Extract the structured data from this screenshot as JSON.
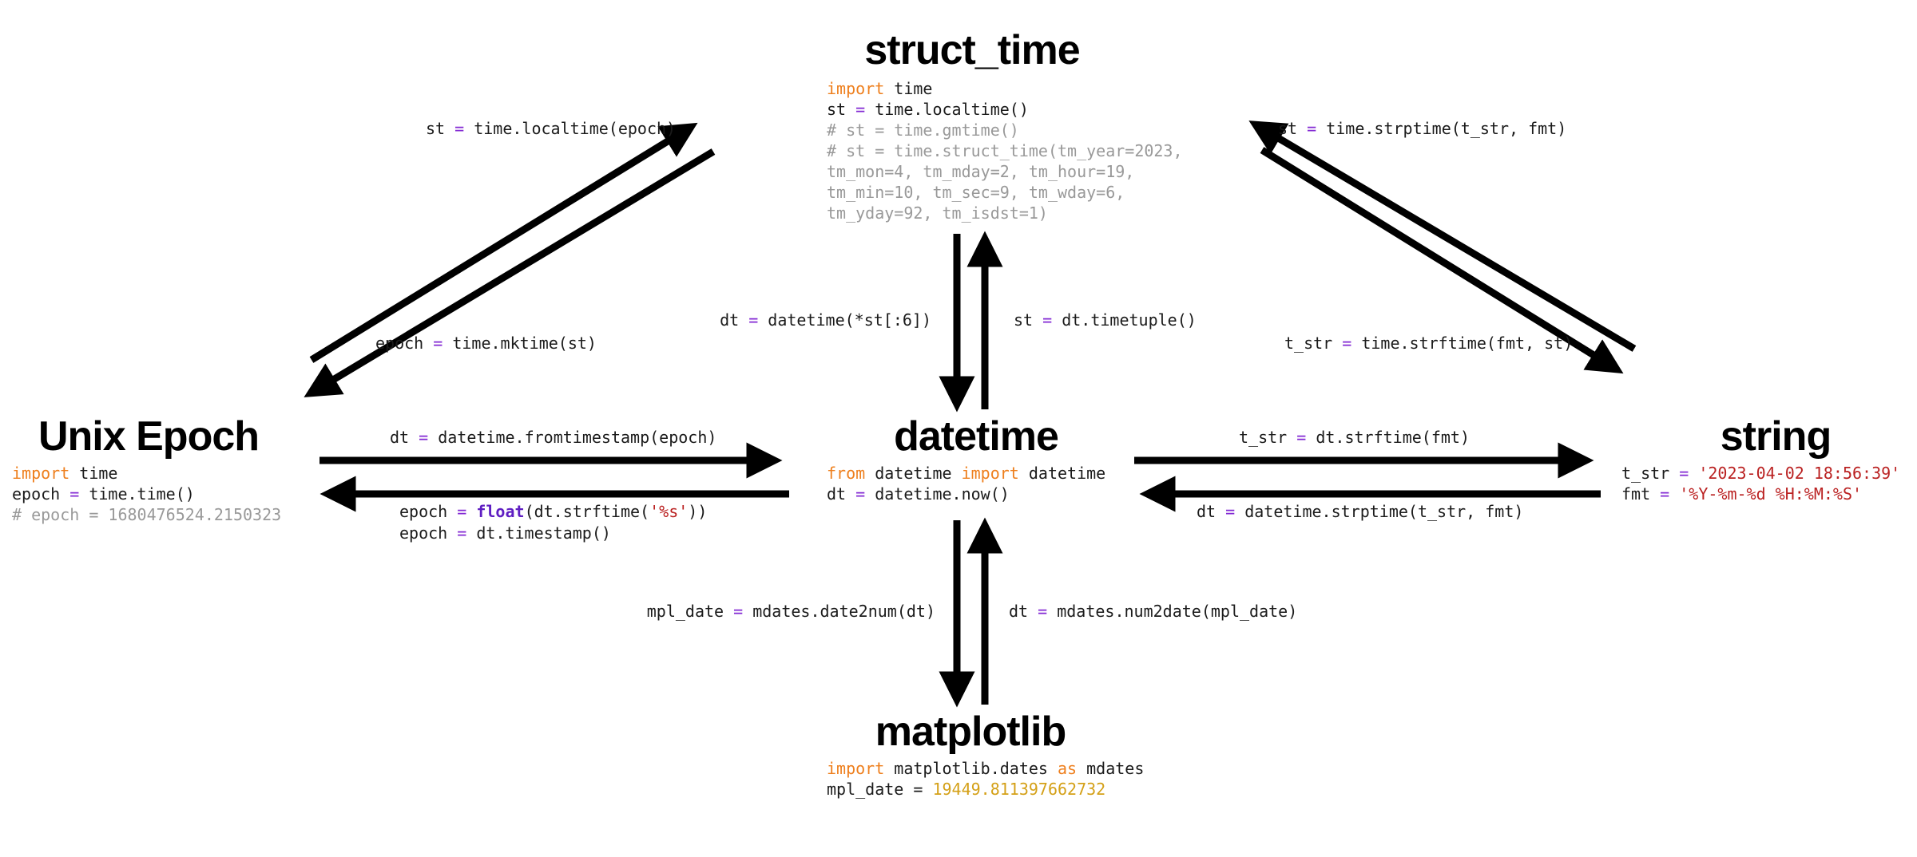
{
  "palette": {
    "kw": "#EE7F1D",
    "kwb": "#5F1EC2",
    "op": "#8329D3",
    "cm": "#999999",
    "str": "#BA2121",
    "num": "#D4A017",
    "plain": "#1B1B1B",
    "arrow": "#000000",
    "title": "#000000",
    "bg": "#FFFFFF"
  },
  "nodes": {
    "struct_time": {
      "title": "struct_time",
      "code": [
        [
          [
            "kw",
            "import"
          ],
          [
            "plain",
            " time"
          ]
        ],
        [
          [
            "plain",
            "st "
          ],
          [
            "op",
            "="
          ],
          [
            "plain",
            " time.localtime()"
          ]
        ],
        [
          [
            "cm",
            "# st = time.gmtime()"
          ]
        ],
        [
          [
            "cm",
            "# st = time.struct_time(tm_year=2023,"
          ]
        ],
        [
          [
            "cm",
            "tm_mon=4, tm_mday=2, tm_hour=19,"
          ]
        ],
        [
          [
            "cm",
            "tm_min=10, tm_sec=9, tm_wday=6,"
          ]
        ],
        [
          [
            "cm",
            "tm_yday=92, tm_isdst=1)"
          ]
        ]
      ]
    },
    "unix_epoch": {
      "title": "Unix Epoch",
      "code": [
        [
          [
            "kw",
            "import"
          ],
          [
            "plain",
            " time"
          ]
        ],
        [
          [
            "plain",
            "epoch "
          ],
          [
            "op",
            "="
          ],
          [
            "plain",
            " time.time()"
          ]
        ],
        [
          [
            "cm",
            "# epoch = 1680476524.2150323"
          ]
        ]
      ]
    },
    "datetime": {
      "title": "datetime",
      "code": [
        [
          [
            "kw",
            "from"
          ],
          [
            "plain",
            " datetime "
          ],
          [
            "kw",
            "import"
          ],
          [
            "plain",
            " datetime"
          ]
        ],
        [
          [
            "plain",
            "dt "
          ],
          [
            "op",
            "="
          ],
          [
            "plain",
            " datetime.now()"
          ]
        ]
      ]
    },
    "string": {
      "title": "string",
      "code": [
        [
          [
            "plain",
            "t_str "
          ],
          [
            "op",
            "="
          ],
          [
            "plain",
            " "
          ],
          [
            "str",
            "'2023-04-02 18:56:39'"
          ]
        ],
        [
          [
            "plain",
            "fmt "
          ],
          [
            "op",
            "="
          ],
          [
            "plain",
            " "
          ],
          [
            "str",
            "'%Y-%m-%d %H:%M:%S'"
          ]
        ]
      ]
    },
    "matplotlib": {
      "title": "matplotlib",
      "code": [
        [
          [
            "kw",
            "import"
          ],
          [
            "plain",
            " matplotlib.dates "
          ],
          [
            "kw",
            "as"
          ],
          [
            "plain",
            " mdates"
          ]
        ],
        [
          [
            "plain",
            "mpl_date = "
          ],
          [
            "num",
            "19449.811397662732"
          ]
        ]
      ]
    }
  },
  "edges": {
    "epoch_to_struct_time": {
      "label": [
        [
          "plain",
          "st "
        ],
        [
          "op",
          "="
        ],
        [
          "plain",
          " time.localtime(epoch)"
        ]
      ]
    },
    "struct_time_to_epoch": {
      "label": [
        [
          "plain",
          "epoch "
        ],
        [
          "op",
          "="
        ],
        [
          "plain",
          " time.mktime(st)"
        ]
      ]
    },
    "string_to_struct_time": {
      "label": [
        [
          "plain",
          "st "
        ],
        [
          "op",
          "="
        ],
        [
          "plain",
          " time.strptime(t_str, fmt)"
        ]
      ]
    },
    "struct_time_to_string": {
      "label": [
        [
          "plain",
          "t_str "
        ],
        [
          "op",
          "="
        ],
        [
          "plain",
          " time.strftime(fmt, st)"
        ]
      ]
    },
    "struct_time_to_datetime": {
      "label": [
        [
          "plain",
          "dt "
        ],
        [
          "op",
          "="
        ],
        [
          "plain",
          " datetime(*st[:6])"
        ]
      ]
    },
    "datetime_to_struct_time": {
      "label": [
        [
          "plain",
          "st "
        ],
        [
          "op",
          "="
        ],
        [
          "plain",
          " dt.timetuple()"
        ]
      ]
    },
    "epoch_to_datetime": {
      "label": [
        [
          "plain",
          "dt "
        ],
        [
          "op",
          "="
        ],
        [
          "plain",
          " datetime.fromtimestamp(epoch)"
        ]
      ]
    },
    "datetime_to_epoch_float": {
      "label": [
        [
          "plain",
          "epoch "
        ],
        [
          "op",
          "="
        ],
        [
          "plain",
          " "
        ],
        [
          "kwb",
          "float"
        ],
        [
          "plain",
          "(dt.strftime("
        ],
        [
          "str",
          "'%s'"
        ],
        [
          "plain",
          "))"
        ]
      ]
    },
    "datetime_to_epoch_timestamp": {
      "label": [
        [
          "plain",
          "epoch "
        ],
        [
          "op",
          "="
        ],
        [
          "plain",
          " dt.timestamp()"
        ]
      ]
    },
    "datetime_to_string": {
      "label": [
        [
          "plain",
          "t_str "
        ],
        [
          "op",
          "="
        ],
        [
          "plain",
          " dt.strftime(fmt)"
        ]
      ]
    },
    "string_to_datetime": {
      "label": [
        [
          "plain",
          "dt "
        ],
        [
          "op",
          "="
        ],
        [
          "plain",
          " datetime.strptime(t_str, fmt)"
        ]
      ]
    },
    "datetime_to_matplotlib": {
      "label": [
        [
          "plain",
          "mpl_date "
        ],
        [
          "op",
          "="
        ],
        [
          "plain",
          " mdates.date2num(dt)"
        ]
      ]
    },
    "matplotlib_to_datetime": {
      "label": [
        [
          "plain",
          "dt "
        ],
        [
          "op",
          "="
        ],
        [
          "plain",
          " mdates.num2date(mpl_date)"
        ]
      ]
    }
  }
}
